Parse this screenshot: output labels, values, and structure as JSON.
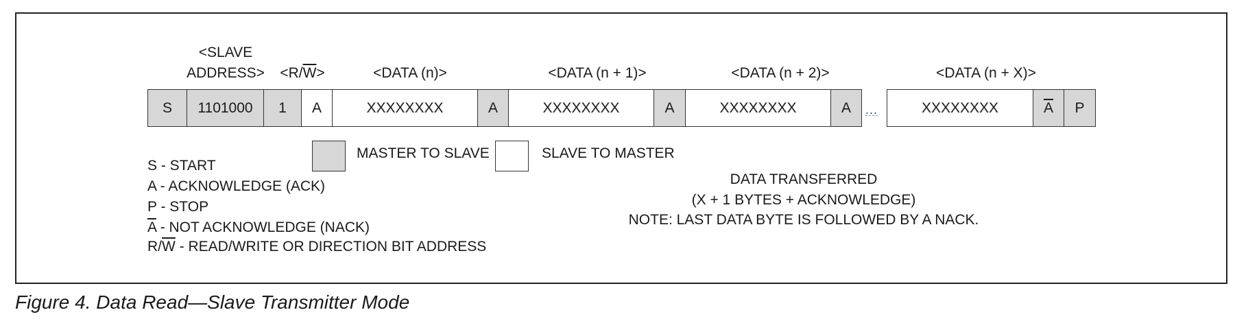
{
  "headers": {
    "slave_address_line1": "<SLAVE",
    "slave_address_line2": "ADDRESS>",
    "rw_prefix": "<R/",
    "rw_bar": "W",
    "rw_suffix": ">",
    "data_n": "<DATA (n)>",
    "data_n1": "<DATA (n + 1)>",
    "data_n2": "<DATA (n + 2)>",
    "data_nx": "<DATA (n + X)>"
  },
  "frame": {
    "start": "S",
    "address": "1101000",
    "rw_bit": "1",
    "ack_1": "A",
    "data_1": "XXXXXXXX",
    "ack_2": "A",
    "data_2": "XXXXXXXX",
    "ack_3": "A",
    "data_3": "XXXXXXXX",
    "ack_4": "A",
    "ellipsis": "...",
    "data_last": "XXXXXXXX",
    "nack": "A",
    "stop": "P"
  },
  "direction_legend": {
    "master_to_slave": "MASTER TO SLAVE",
    "slave_to_master": "SLAVE TO MASTER"
  },
  "legend": {
    "start": "S - START",
    "ack": "A - ACKNOWLEDGE (ACK)",
    "stop": "P - STOP",
    "nack_symbol": "A",
    "nack_text": " - NOT ACKNOWLEDGE (NACK)",
    "rw_prefix": "R/",
    "rw_bar": "W",
    "rw_text": " - READ/WRITE OR DIRECTION BIT ADDRESS"
  },
  "note": {
    "line1": "DATA TRANSFERRED",
    "line2": "(X + 1 BYTES + ACKNOWLEDGE)",
    "line3": "NOTE: LAST DATA BYTE IS FOLLOWED BY A NACK."
  },
  "caption": "Figure 4. Data Read—Slave Transmitter Mode",
  "colors": {
    "master_fill": "#d7d7d7",
    "slave_fill": "#ffffff",
    "border": "#333333"
  }
}
